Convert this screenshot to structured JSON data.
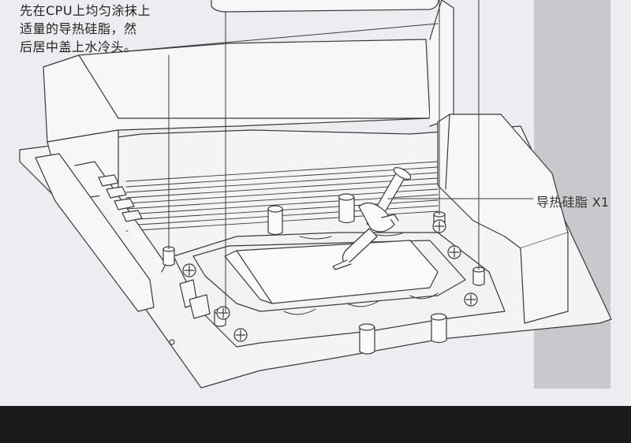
{
  "instruction": {
    "lines": [
      "先在CPU上均匀涂抹上",
      "适量的导热硅脂，然",
      "后居中盖上水冷头。"
    ]
  },
  "callout": {
    "label": "导热硅脂 X1"
  },
  "colors": {
    "background": "#edecf0",
    "line": "#3a3a3a",
    "highlight_band": "#c9c8cc",
    "bottom_bar": "#1a1a1c"
  },
  "icons": [
    "thermal-paste-syringe",
    "screw"
  ]
}
